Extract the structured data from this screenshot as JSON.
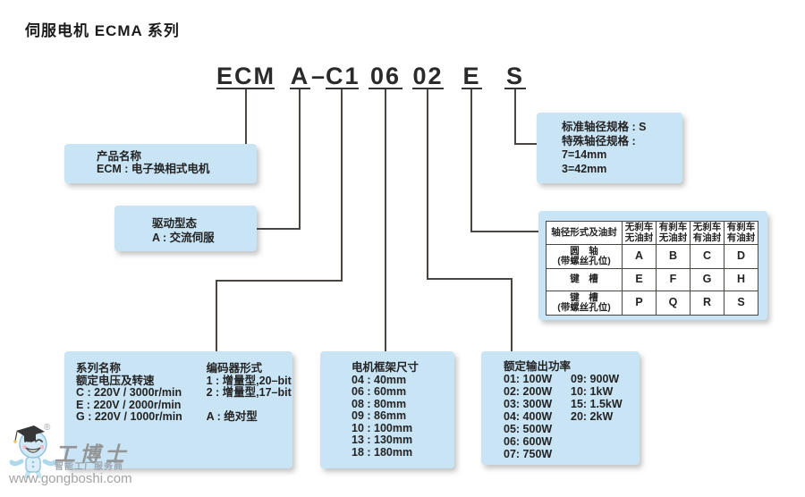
{
  "title": "伺服电机 ECMA 系列",
  "model_code": {
    "seg_ecm": "ECM",
    "seg_a": "A",
    "dash": "–",
    "seg_c1": "C1",
    "seg_06": "06",
    "seg_02": "02",
    "seg_e": "E",
    "seg_s": "S"
  },
  "product_box": {
    "l1": "产品名称",
    "l2": "ECM : 电子换相式电机"
  },
  "drive_box": {
    "l1": "驱动型态",
    "l2": "A : 交流伺服"
  },
  "shaft_spec_box": {
    "l1": "标准轴径规格 : S",
    "l2": "特殊轴径规格 :",
    "l3": "7=14mm",
    "l4": "3=42mm"
  },
  "shaft_table": {
    "corner": "轴径形式及油封",
    "col_headers": [
      [
        "无刹车",
        "无油封"
      ],
      [
        "有刹车",
        "无油封"
      ],
      [
        "无刹车",
        "有油封"
      ],
      [
        "有刹车",
        "有油封"
      ]
    ],
    "rows": [
      {
        "label1": "圆　轴",
        "label2": "(带螺丝孔位)",
        "cells": [
          "A",
          "B",
          "C",
          "D"
        ]
      },
      {
        "label1": "键　槽",
        "label2": "",
        "cells": [
          "E",
          "F",
          "G",
          "H"
        ]
      },
      {
        "label1": "键　槽",
        "label2": "(带螺丝孔位)",
        "cells": [
          "P",
          "Q",
          "R",
          "S"
        ]
      }
    ]
  },
  "series_box": {
    "left": [
      "系列名称",
      "额定电压及转速",
      "C : 220V / 3000r/min",
      "E : 220V / 2000r/min",
      "G : 220V / 1000r/min"
    ],
    "right": [
      "编码器形式",
      "1 : 增量型,20–bit",
      "2 : 增量型,17–bit",
      "",
      "A : 绝对型"
    ]
  },
  "frame_box": {
    "lines": [
      "电机框架尺寸",
      "04 : 40mm",
      "06 : 60mm",
      "08 : 80mm",
      "09 : 86mm",
      "10 : 100mm",
      "13 : 130mm",
      "18 : 180mm"
    ]
  },
  "power_box": {
    "title": "额定输出功率",
    "rows": [
      [
        "01: 100W",
        "09: 900W"
      ],
      [
        "02: 200W",
        "10: 1kW"
      ],
      [
        "03: 300W",
        "15: 1.5kW"
      ],
      [
        "04: 400W",
        "20: 2kW"
      ],
      [
        "05: 500W",
        ""
      ],
      [
        "06: 600W",
        ""
      ],
      [
        "07: 750W",
        ""
      ]
    ]
  },
  "watermark": {
    "brand": "工博士",
    "registered": "®",
    "tagline": "智能工厂服务商",
    "url": "www.gongboshi.com"
  },
  "colors": {
    "box_fill": "#c9e4f4",
    "connector": "#4a4540",
    "text": "#262626",
    "mascot_blue": "#bfe1f3"
  }
}
